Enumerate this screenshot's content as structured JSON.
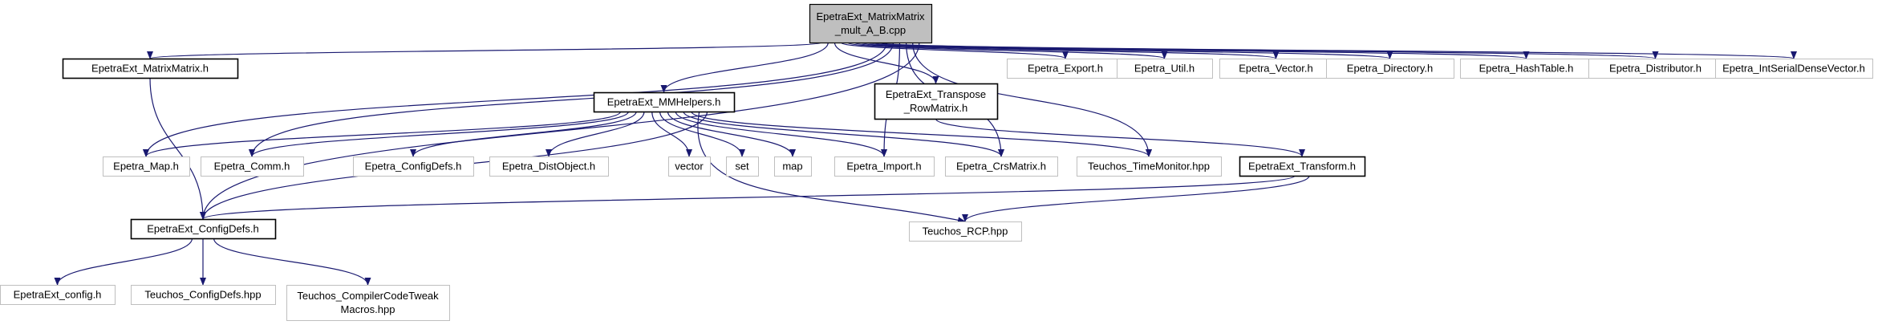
{
  "diagram": {
    "type": "include-dependency-graph",
    "colors": {
      "edge": "#191970",
      "root_fill": "#bfbfbf",
      "node_border": "#000000",
      "external_border": "#bfbfbf",
      "text": "#000000",
      "background": "#ffffff"
    },
    "nodes": [
      {
        "id": "root",
        "kind": "root",
        "lines": [
          "EpetraExt_MatrixMatrix",
          "_mult_A_B.cpp"
        ]
      },
      {
        "id": "mm",
        "kind": "local",
        "lines": [
          "EpetraExt_MatrixMatrix.h"
        ]
      },
      {
        "id": "mmh",
        "kind": "local",
        "lines": [
          "EpetraExt_MMHelpers.h"
        ]
      },
      {
        "id": "trm",
        "kind": "local",
        "lines": [
          "EpetraExt_Transpose",
          "_RowMatrix.h"
        ]
      },
      {
        "id": "export",
        "kind": "external",
        "lines": [
          "Epetra_Export.h"
        ]
      },
      {
        "id": "util",
        "kind": "external",
        "lines": [
          "Epetra_Util.h"
        ]
      },
      {
        "id": "vector_h",
        "kind": "external",
        "lines": [
          "Epetra_Vector.h"
        ]
      },
      {
        "id": "directory",
        "kind": "external",
        "lines": [
          "Epetra_Directory.h"
        ]
      },
      {
        "id": "hashtable",
        "kind": "external",
        "lines": [
          "Epetra_HashTable.h"
        ]
      },
      {
        "id": "distributor",
        "kind": "external",
        "lines": [
          "Epetra_Distributor.h"
        ]
      },
      {
        "id": "isdv",
        "kind": "external",
        "lines": [
          "Epetra_IntSerialDenseVector.h"
        ]
      },
      {
        "id": "map_h",
        "kind": "external",
        "lines": [
          "Epetra_Map.h"
        ]
      },
      {
        "id": "comm",
        "kind": "external",
        "lines": [
          "Epetra_Comm.h"
        ]
      },
      {
        "id": "configdefs",
        "kind": "external",
        "lines": [
          "Epetra_ConfigDefs.h"
        ]
      },
      {
        "id": "distobject",
        "kind": "external",
        "lines": [
          "Epetra_DistObject.h"
        ]
      },
      {
        "id": "vector",
        "kind": "external",
        "lines": [
          "vector"
        ]
      },
      {
        "id": "set",
        "kind": "external",
        "lines": [
          "set"
        ]
      },
      {
        "id": "map",
        "kind": "external",
        "lines": [
          "map"
        ]
      },
      {
        "id": "import",
        "kind": "external",
        "lines": [
          "Epetra_Import.h"
        ]
      },
      {
        "id": "crsmatrix",
        "kind": "external",
        "lines": [
          "Epetra_CrsMatrix.h"
        ]
      },
      {
        "id": "timemonitor",
        "kind": "external",
        "lines": [
          "Teuchos_TimeMonitor.hpp"
        ]
      },
      {
        "id": "transform",
        "kind": "local",
        "lines": [
          "EpetraExt_Transform.h"
        ]
      },
      {
        "id": "extconfigdefs",
        "kind": "local",
        "lines": [
          "EpetraExt_ConfigDefs.h"
        ]
      },
      {
        "id": "rcp",
        "kind": "external",
        "lines": [
          "Teuchos_RCP.hpp"
        ]
      },
      {
        "id": "extconfig",
        "kind": "external",
        "lines": [
          "EpetraExt_config.h"
        ]
      },
      {
        "id": "teuchosconfigdefs",
        "kind": "external",
        "lines": [
          "Teuchos_ConfigDefs.hpp"
        ]
      },
      {
        "id": "tweak",
        "kind": "external",
        "lines": [
          "Teuchos_CompilerCodeTweak",
          "Macros.hpp"
        ]
      }
    ],
    "edges": [
      {
        "from": "root",
        "to": "mm"
      },
      {
        "from": "root",
        "to": "mmh"
      },
      {
        "from": "root",
        "to": "trm"
      },
      {
        "from": "root",
        "to": "export"
      },
      {
        "from": "root",
        "to": "util"
      },
      {
        "from": "root",
        "to": "vector_h"
      },
      {
        "from": "root",
        "to": "directory"
      },
      {
        "from": "root",
        "to": "hashtable"
      },
      {
        "from": "root",
        "to": "distributor"
      },
      {
        "from": "root",
        "to": "isdv"
      },
      {
        "from": "root",
        "to": "map_h"
      },
      {
        "from": "root",
        "to": "comm"
      },
      {
        "from": "root",
        "to": "import"
      },
      {
        "from": "root",
        "to": "crsmatrix"
      },
      {
        "from": "root",
        "to": "timemonitor"
      },
      {
        "from": "root",
        "to": "extconfigdefs"
      },
      {
        "from": "mm",
        "to": "extconfigdefs"
      },
      {
        "from": "mmh",
        "to": "map_h"
      },
      {
        "from": "mmh",
        "to": "comm"
      },
      {
        "from": "mmh",
        "to": "configdefs"
      },
      {
        "from": "mmh",
        "to": "distobject"
      },
      {
        "from": "mmh",
        "to": "vector"
      },
      {
        "from": "mmh",
        "to": "set"
      },
      {
        "from": "mmh",
        "to": "map"
      },
      {
        "from": "mmh",
        "to": "import"
      },
      {
        "from": "mmh",
        "to": "crsmatrix"
      },
      {
        "from": "mmh",
        "to": "timemonitor"
      },
      {
        "from": "mmh",
        "to": "rcp"
      },
      {
        "from": "mmh",
        "to": "extconfigdefs"
      },
      {
        "from": "trm",
        "to": "transform"
      },
      {
        "from": "transform",
        "to": "extconfigdefs"
      },
      {
        "from": "transform",
        "to": "rcp"
      },
      {
        "from": "extconfigdefs",
        "to": "extconfig"
      },
      {
        "from": "extconfigdefs",
        "to": "teuchosconfigdefs"
      },
      {
        "from": "extconfigdefs",
        "to": "tweak"
      }
    ]
  }
}
